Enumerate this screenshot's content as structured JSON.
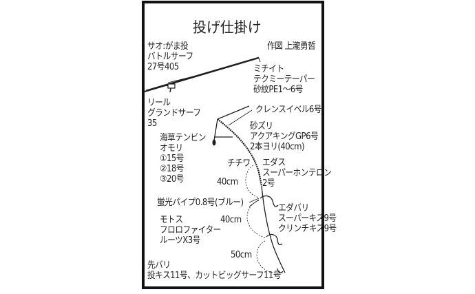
{
  "title": "投げ仕掛け",
  "credit": "作図 上瀧勇哲",
  "rod": {
    "lines": [
      "サオ:がま投",
      "バトルサーフ",
      "27号405"
    ]
  },
  "mainline": {
    "lines": [
      "ミチイト",
      "テクミーテーパー",
      "砂紋PE1〜6号"
    ]
  },
  "reel": {
    "lines": [
      "リール",
      "グランドサーフ",
      "35"
    ]
  },
  "swivel": {
    "label": "クレンスイベル6号"
  },
  "shockleader": {
    "lines": [
      "砂ズリ",
      "アクアキングGP6号",
      "2本ヨリ(40cm)"
    ]
  },
  "sinker": {
    "lines": [
      "海草テンビン",
      "オモリ",
      "①15号",
      "②18号",
      "③20号"
    ]
  },
  "chichiwa": {
    "label": "チチワ"
  },
  "branch_line": {
    "lines": [
      "エダス",
      "スーパーホンテロン",
      "2号"
    ]
  },
  "spacing": {
    "first": "40cm",
    "second": "40cm",
    "third": "50cm"
  },
  "pipe": {
    "label": "蛍光パイプ0.8号(ブルー)"
  },
  "branch_hook": {
    "lines": [
      "エダバリ",
      "スーパーキス9号",
      "クリンチキス9号"
    ]
  },
  "leader": {
    "lines": [
      "モトス",
      "フロロファイター",
      "ルーツX3号"
    ]
  },
  "tip_hook": {
    "lines": [
      "先バリ",
      "投キス11号、カットビッグサーフ11号"
    ]
  },
  "colors": {
    "line": "#1e1e1e",
    "frame": "#111111",
    "background": "#ffffff"
  }
}
